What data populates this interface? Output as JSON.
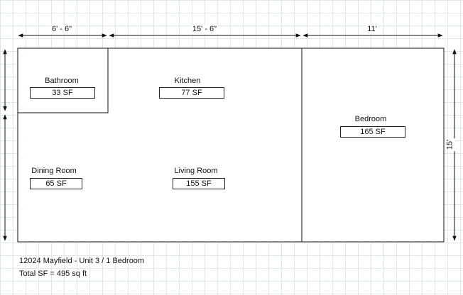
{
  "dimensions": {
    "top": [
      "6' - 6\"",
      "15' - 6\"",
      "11'"
    ],
    "right": "15'"
  },
  "rooms": [
    {
      "name": "Bathroom",
      "area": "33 SF"
    },
    {
      "name": "Kitchen",
      "area": "77 SF"
    },
    {
      "name": "Bedroom",
      "area": "165 SF"
    },
    {
      "name": "Dining Room",
      "area": "65 SF"
    },
    {
      "name": "Living Room",
      "area": "155 SF"
    }
  ],
  "footer": {
    "title": "12024 Mayfield - Unit 3 / 1 Bedroom",
    "total": "Total SF = 495 sq ft"
  }
}
